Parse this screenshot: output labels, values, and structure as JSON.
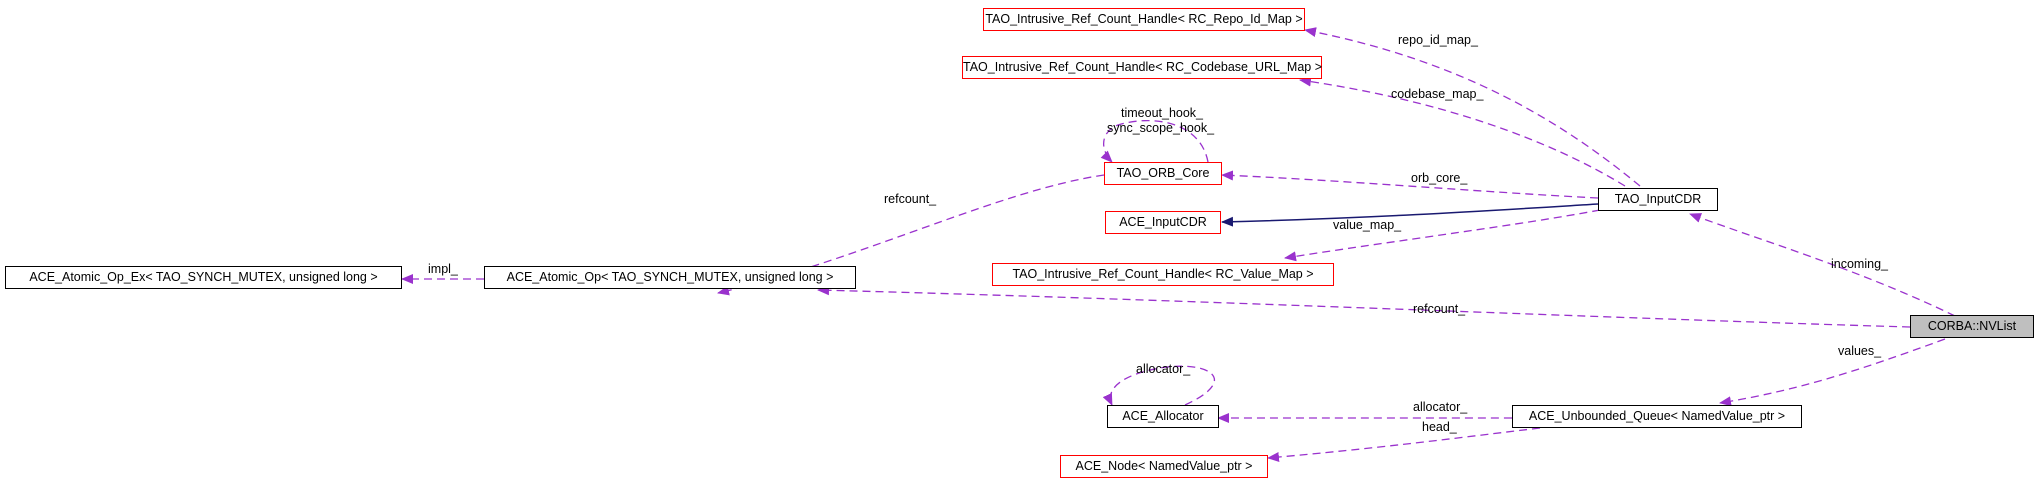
{
  "colors": {
    "usage_edge": "#9a32cd",
    "inherit_edge": "#191970",
    "missing_border": "#ff0000",
    "focus_fill": "#bfbfbf"
  },
  "nodes": {
    "repo_id_map": "TAO_Intrusive_Ref_Count_Handle< RC_Repo_Id_Map >",
    "codebase_url_map": "TAO_Intrusive_Ref_Count_Handle< RC_Codebase_URL_Map >",
    "orb_core": "TAO_ORB_Core",
    "input_cdr_ace": "ACE_InputCDR",
    "value_map": "TAO_Intrusive_Ref_Count_Handle< RC_Value_Map >",
    "input_cdr_tao": "TAO_InputCDR",
    "atomic_op_ex": "ACE_Atomic_Op_Ex< TAO_SYNCH_MUTEX, unsigned long >",
    "atomic_op": "ACE_Atomic_Op< TAO_SYNCH_MUTEX, unsigned long >",
    "nvlist": "CORBA::NVList",
    "allocator": "ACE_Allocator",
    "unbounded_queue": "ACE_Unbounded_Queue< NamedValue_ptr >",
    "node": "ACE_Node< NamedValue_ptr >"
  },
  "edge_labels": {
    "repo_id_map": "repo_id_map_",
    "codebase_map": "codebase_map_",
    "timeout_hook": "timeout_hook_",
    "sync_scope_hook": "sync_scope_hook_",
    "orb_core": "orb_core_",
    "value_map": "value_map_",
    "refcount_orb": "refcount_",
    "impl": "impl_",
    "refcount_nv": "refcount_",
    "incoming": "incoming_",
    "values": "values_",
    "allocator_self": "allocator_",
    "allocator_queue": "allocator_",
    "head": "head_"
  }
}
